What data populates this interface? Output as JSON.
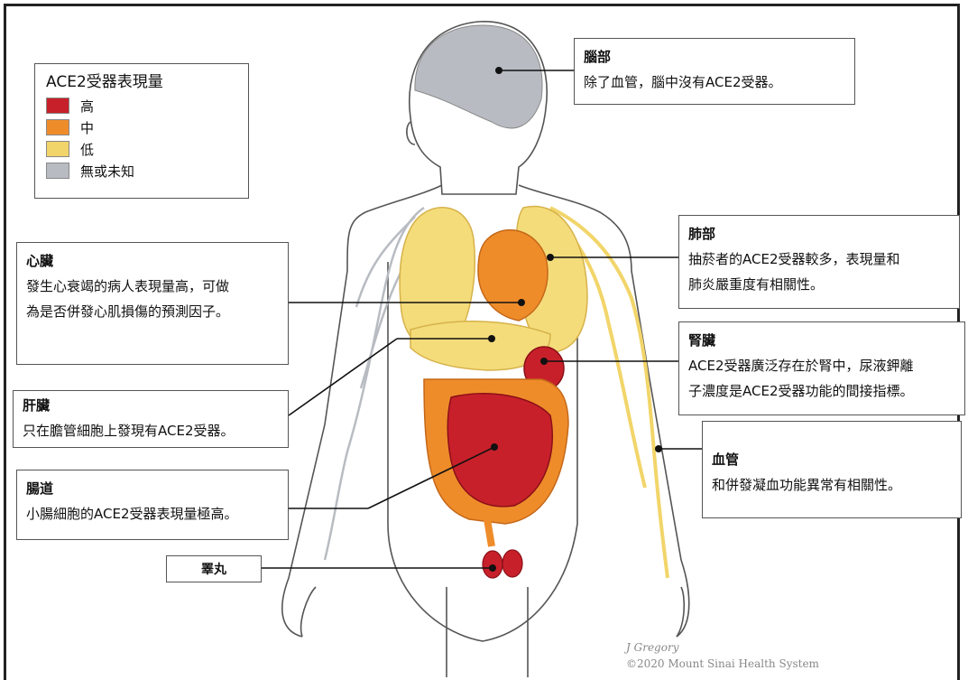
{
  "colors": {
    "high": "#c8202a",
    "medium": "#ef8c2a",
    "low": "#f2d56a",
    "none": "#b8bcc2",
    "organ_fill_lung": "#f4dc7a",
    "outline": "#555555"
  },
  "legend": {
    "title": "ACE2受器表現量",
    "items": [
      {
        "label": "高",
        "color": "#c8202a"
      },
      {
        "label": "中",
        "color": "#ef8c2a"
      },
      {
        "label": "低",
        "color": "#f2d56a"
      },
      {
        "label": "無或未知",
        "color": "#b8bcc2"
      }
    ]
  },
  "callouts": {
    "brain": {
      "title": "腦部",
      "lines": [
        "除了血管，腦中沒有ACE2受器。"
      ]
    },
    "lung": {
      "title": "肺部",
      "lines": [
        "抽菸者的ACE2受器較多，表現量和",
        "肺炎嚴重度有相關性。"
      ]
    },
    "heart": {
      "title": "心臟",
      "lines": [
        "發生心衰竭的病人表現量高，可做",
        "為是否併發心肌損傷的預測因子。"
      ]
    },
    "kidney": {
      "title": "腎臟",
      "lines": [
        "ACE2受器廣泛存在於腎中，尿液鉀離",
        "子濃度是ACE2受器功能的間接指標。"
      ]
    },
    "liver": {
      "title": "肝臟",
      "lines": [
        "只在膽管細胞上發現有ACE2受器。"
      ]
    },
    "vessel": {
      "title": "血管",
      "lines": [
        "和併發凝血功能異常有相關性。"
      ]
    },
    "intestine": {
      "title": "腸道",
      "lines": [
        "小腸細胞的ACE2受器表現量極高。"
      ]
    },
    "testis": {
      "title": "睪丸"
    }
  },
  "credit": {
    "artist": "J Gregory",
    "copyright": "©2020 Mount Sinai Health System"
  }
}
